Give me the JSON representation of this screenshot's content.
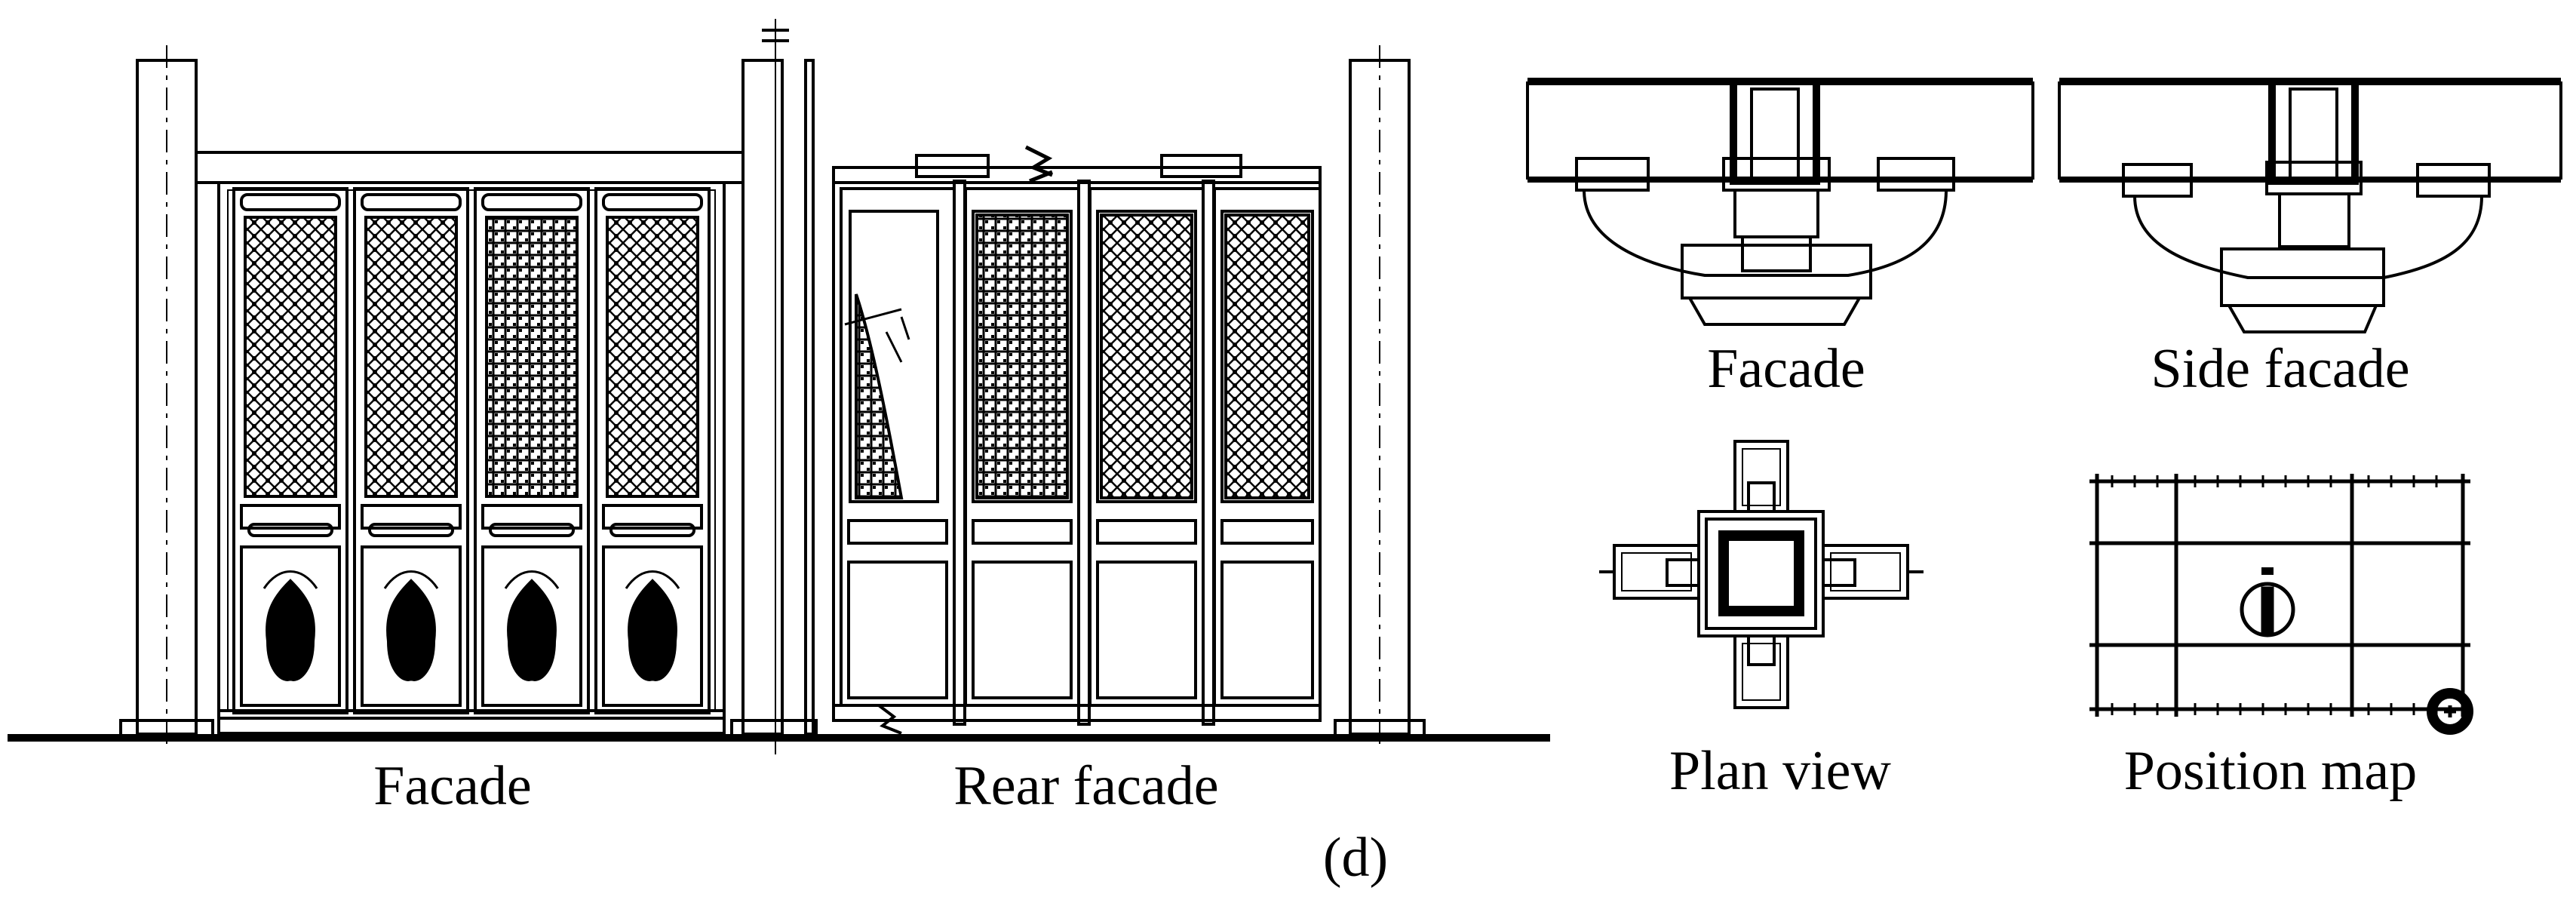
{
  "captions": {
    "facade_main": "Facade",
    "rear_facade": "Rear facade",
    "facade_bracket": "Facade",
    "side_facade": "Side facade",
    "plan_view": "Plan view",
    "position_map": "Position map",
    "figure_label": "(d)"
  },
  "colors": {
    "ink": "#000000",
    "paper": "#ffffff"
  }
}
